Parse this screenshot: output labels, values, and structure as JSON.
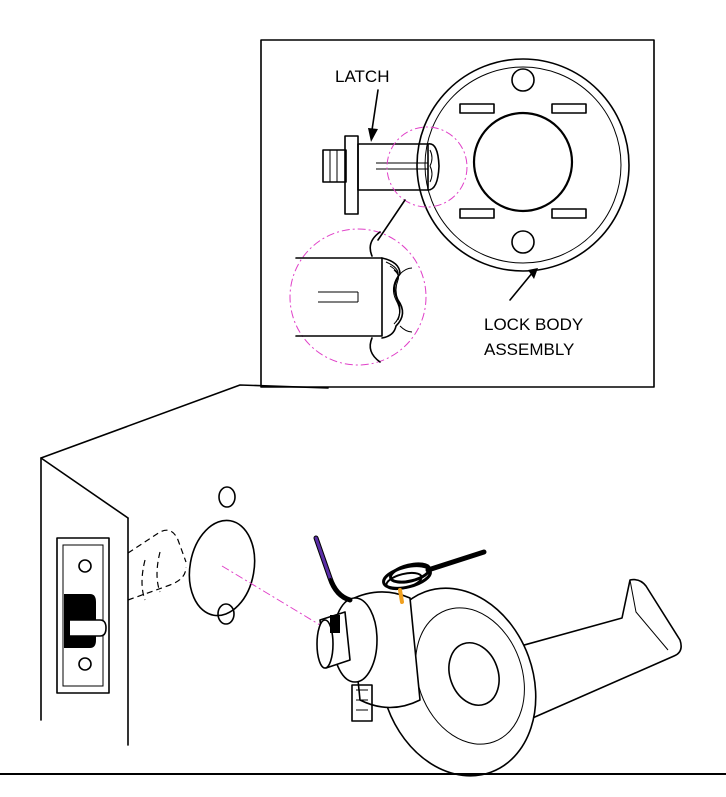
{
  "labels": {
    "latch": "LATCH",
    "lock_body_line1": "LOCK BODY",
    "lock_body_line2": "ASSEMBLY"
  },
  "colors": {
    "callout_dash": "#e040c8",
    "wire_purple": "#5a2ea6",
    "wire_orange": "#f0a020",
    "line": "#000000"
  }
}
